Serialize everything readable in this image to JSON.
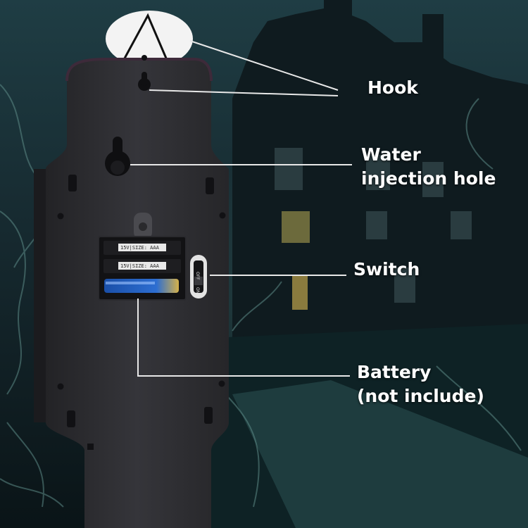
{
  "labels": {
    "hook": "Hook",
    "water_line1": "Water",
    "water_line2": "injection hole",
    "switch": "Switch",
    "battery_line1": "Battery",
    "battery_line2": "(not include)"
  },
  "device": {
    "battery_slot_text": "15V|SIZE: AAA",
    "switch_on": "ON",
    "switch_off": "OFF"
  },
  "colors": {
    "background": "#0b1a1f",
    "device_body": "#2c2c30",
    "label_text": "#ffffff",
    "leader_line": "#e8e8e8"
  }
}
